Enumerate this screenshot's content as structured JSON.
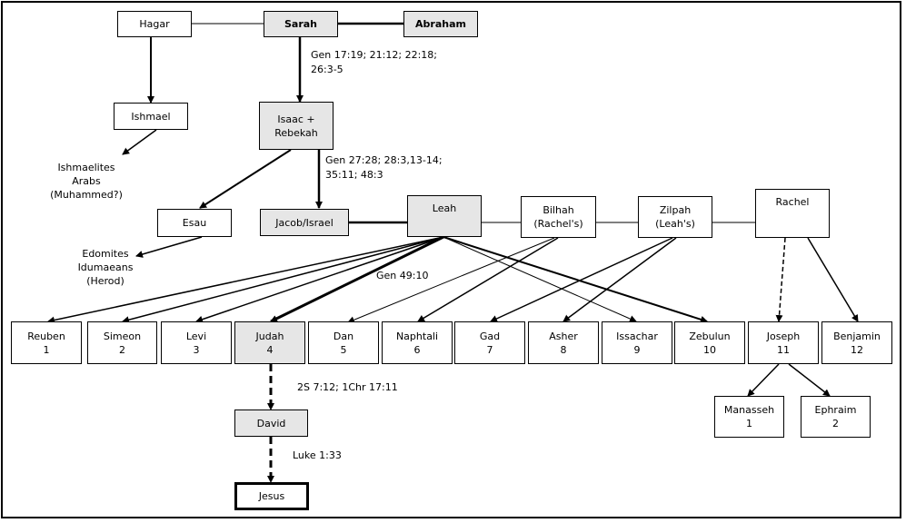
{
  "people": {
    "hagar": "Hagar",
    "sarah": "Sarah",
    "abraham": "Abraham",
    "ishmael": "Ishmael",
    "isaac": [
      "Isaac +",
      "Rebekah"
    ],
    "esau": "Esau",
    "jacob": "Jacob/Israel",
    "leah": "Leah",
    "bilhah": [
      "Bilhah",
      "(Rachel's)"
    ],
    "zilpah": [
      "Zilpah",
      "(Leah's)"
    ],
    "rachel": "Rachel",
    "david": "David",
    "jesus": "Jesus"
  },
  "descendants": {
    "ishmaelites": [
      "Ishmaelites",
      "Arabs",
      "(Muhammed?)"
    ],
    "edomites": [
      "Edomites",
      "Idumaeans",
      "(Herod)"
    ]
  },
  "tribes": [
    {
      "name": "Reuben",
      "number": "1"
    },
    {
      "name": "Simeon",
      "number": "2"
    },
    {
      "name": "Levi",
      "number": "3"
    },
    {
      "name": "Judah",
      "number": "4"
    },
    {
      "name": "Dan",
      "number": "5"
    },
    {
      "name": "Naphtali",
      "number": "6"
    },
    {
      "name": "Gad",
      "number": "7"
    },
    {
      "name": "Asher",
      "number": "8"
    },
    {
      "name": "Issachar",
      "number": "9"
    },
    {
      "name": "Zebulun",
      "number": "10"
    },
    {
      "name": "Joseph",
      "number": "11"
    },
    {
      "name": "Benjamin",
      "number": "12"
    }
  ],
  "josephs_sons": [
    {
      "name": "Manasseh",
      "number": "1"
    },
    {
      "name": "Ephraim",
      "number": "2"
    }
  ],
  "references": {
    "isaac": [
      "Gen 17:19; 21:12; 22:18;",
      "26:3-5"
    ],
    "jacob": [
      "Gen 27:28; 28:3,13-14;",
      "35:11; 48:3"
    ],
    "judah": "Gen 49:10",
    "david": "2S 7:12; 1Chr 17:11",
    "jesus": "Luke 1:33"
  },
  "colors": {
    "shaded_fill": "#e6e6e6",
    "line": "#000000"
  }
}
